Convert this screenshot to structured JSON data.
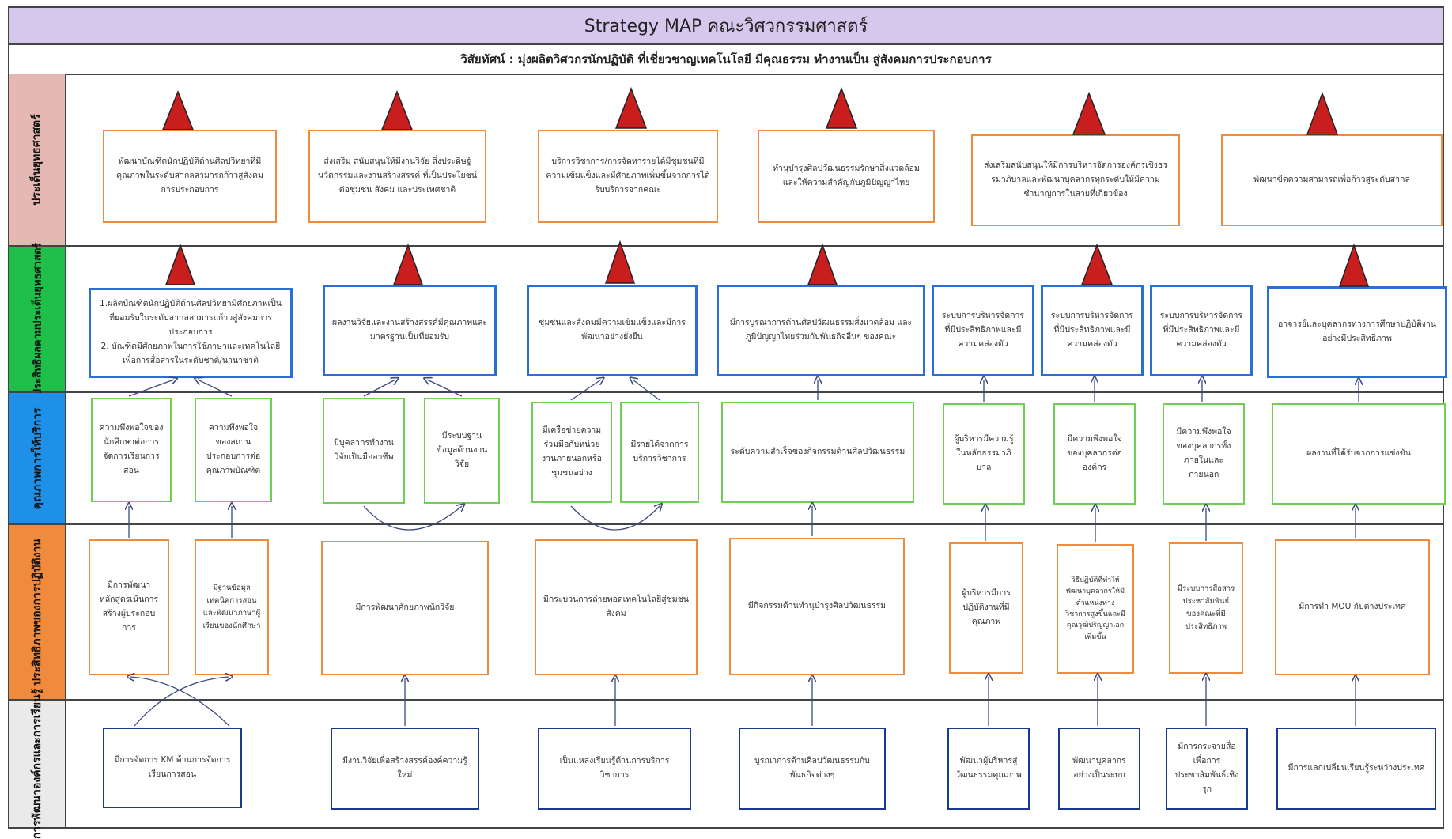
{
  "title": "Strategy  MAP  คณะวิศวกรรมศาสตร์",
  "vision": "วิสัยทัศน์  :  มุ่งผลิตวิศวกรนักปฏิบัติ ที่เชี่ยวชาญเทคโนโลยี มีคุณธรรม ทำงานเป็น สู่สังคมการประกอบการ",
  "colors": {
    "title_bg": "#d6c8ec",
    "row1_label": "#e6b8b3",
    "row2_label": "#1fbf4a",
    "row3_label": "#1e90e8",
    "row4_label": "#f08a3c",
    "row5_label": "#eaeaea",
    "triangle_fill": "#c81e1e",
    "orange_border": "#f08a3c",
    "blue_border": "#2a6fd6",
    "green_border": "#6fcf55",
    "navy_border": "#1a3a8f"
  },
  "rows": {
    "strategic_issues": {
      "label": "ประเด็นยุทธศาสตร์",
      "boxes": [
        "พัฒนาบัณฑิตนักปฏิบัติด้านศิลปวิทยาที่มีคุณภาพในระดับสากลสามารถก้าวสู่สังคมการประกอบการ",
        "ส่งเสริม สนับสนุนให้มีงานวิจัย สิ่งประดิษฐ์ นวัตกรรมและงานสร้างสรรค์ ที่เป็นประโยชน์ต่อชุมชน สังคม และประเทศชาติ",
        "บริการวิชาการ/การจัดหารายได้มีชุมชนที่มีความเข้มแข็งและมีศักยภาพเพิ่มขึ้นจากการได้รับบริการจากคณะ",
        "ทำนุบำรุงศิลปวัฒนธรรมรักษาสิ่งแวดล้อมและให้ความสำคัญกับภูมิปัญญาไทย",
        "ส่งเสริมสนับสนุนให้มีการบริหารจัดการองค์กรเชิงธรรมาภิบาลและพัฒนาบุคลากรทุกระดับให้มีความชำนาญการในสายที่เกี่ยวข้อง",
        "พัฒนาขีดความสามารถเพื่อก้าวสู่ระดับสากล"
      ]
    },
    "outcomes": {
      "label": "ประสิทธิผลตามประเด็นยุทธศาสตร์",
      "boxes": [
        "1.ผลิตบัณฑิตนักปฏิบัติด้านศิลปวิทยามีศักยภาพเป็นที่ยอมรับในระดับสากลสามารถก้าวสู่สังคมการประกอบการ\n2. บัณฑิตมีศักยภาพในการใช้ภาษาและเทคโนโลยีเพื่อการสื่อสารในระดับชาติ/นานาชาติ",
        "ผลงานวิจัยและงานสร้างสรรค์มีคุณภาพและมาตรฐานเป็นที่ยอมรับ",
        "ชุมชนและสังคมมีความเข้มแข็งและมีการพัฒนาอย่างยั่งยืน",
        "มีการบูรณาการด้านศิลปวัฒนธรรมสิ่งแวดล้อม และภูมิปัญญาไทยร่วมกับพันธกิจอื่นๆ ของคณะ",
        "ระบบการบริหารจัดการที่มีประสิทธิภาพและมีความคล่องตัว",
        "ระบบการบริหารจัดการที่มีประสิทธิภาพและมีความคล่องตัว",
        "ระบบการบริหารจัดการที่มีประสิทธิภาพและมีความคล่องตัว",
        "อาจารย์และบุคลากรทางการศึกษาปฏิบัติงานอย่างมีประสิทธิภาพ"
      ]
    },
    "service_quality": {
      "label": "คุณภาพการให้บริการ",
      "boxes": [
        "ความพึงพอใจของนักศึกษาต่อการจัดการเรียนการสอน",
        "ความพึงพอใจของสถานประกอบการต่อคุณภาพบัณฑิต",
        "มีบุคลากรทำงานวิจัยเป็นมืออาชีพ",
        "มีระบบฐานข้อมูลด้านงานวิจัย",
        "มีเครือข่ายความร่วมมือกับหน่วยงานภายนอกหรือชุมชนอย่าง",
        "มีรายได้จากการบริการวิชาการ",
        "ระดับความสำเร็จของกิจกรรมด้านศิลปวัฒนธรรม",
        "ผู้บริหารมีความรู้ในหลักธรรมาภิบาล",
        "มีความพึงพอใจของบุคลากรต่อองค์กร",
        "มีความพึงพอใจของบุคลากรทั้งภายในและภายนอก",
        "ผลงานที่ได้รับจากการแข่งขัน"
      ]
    },
    "operational": {
      "label": "ประสิทธิภาพของการปฏิบัติงาน",
      "boxes": [
        "มีการพัฒนาหลักสูตรเน้นการสร้างผู้ประกอบการ",
        "มีฐานข้อมูลเทคนิคการสอนและพัฒนาภาษาผู้เรียนของนักศึกษา",
        "มีการพัฒนาศักยภาพนักวิจัย",
        "มีกระบวนการถ่ายทอดเทคโนโลยีสู่ชุมชนสังคม",
        "มีกิจกรรมด้านทำนุบำรุงศิลปวัฒนธรรม",
        "ผู้บริหารมีการปฏิบัติงานที่มีคุณภาพ",
        "วิธีปฏิบัติที่ทำให้พัฒนาบุคลากรให้มีตำแหน่งทางวิชาการสูงขึ้นและมีคุณวุฒิปริญญาเอกเพิ่มขึ้น",
        "มีระบบการสื่อสารประชาสัมพันธ์ของคณะที่มีประสิทธิภาพ",
        "มีการทำ MOU กับต่างประเทศ"
      ]
    },
    "learning": {
      "label": "การพัฒนาองค์กรและการเรียนรู้",
      "boxes": [
        "มีการจัดการ KM ด้านการจัดการเรียนการสอน",
        "มีงานวิจัยเพื่อสร้างสรรค์องค์ความรู้ใหม่",
        "เป็นแหล่งเรียนรู้ด้านการบริการวิชาการ",
        "บูรณาการด้านศิลปวัฒนธรรมกับพันธกิจต่างๆ",
        "พัฒนาผู้บริหารสู่วัฒนธรรมคุณภาพ",
        "พัฒนาบุคลากรอย่างเป็นระบบ",
        "มีการกระจายสื่อเพื่อการประชาสัมพันธ์เชิงรุก",
        "มีการแลกเปลี่ยนเรียนรู้ระหว่างประเทศ"
      ]
    }
  }
}
